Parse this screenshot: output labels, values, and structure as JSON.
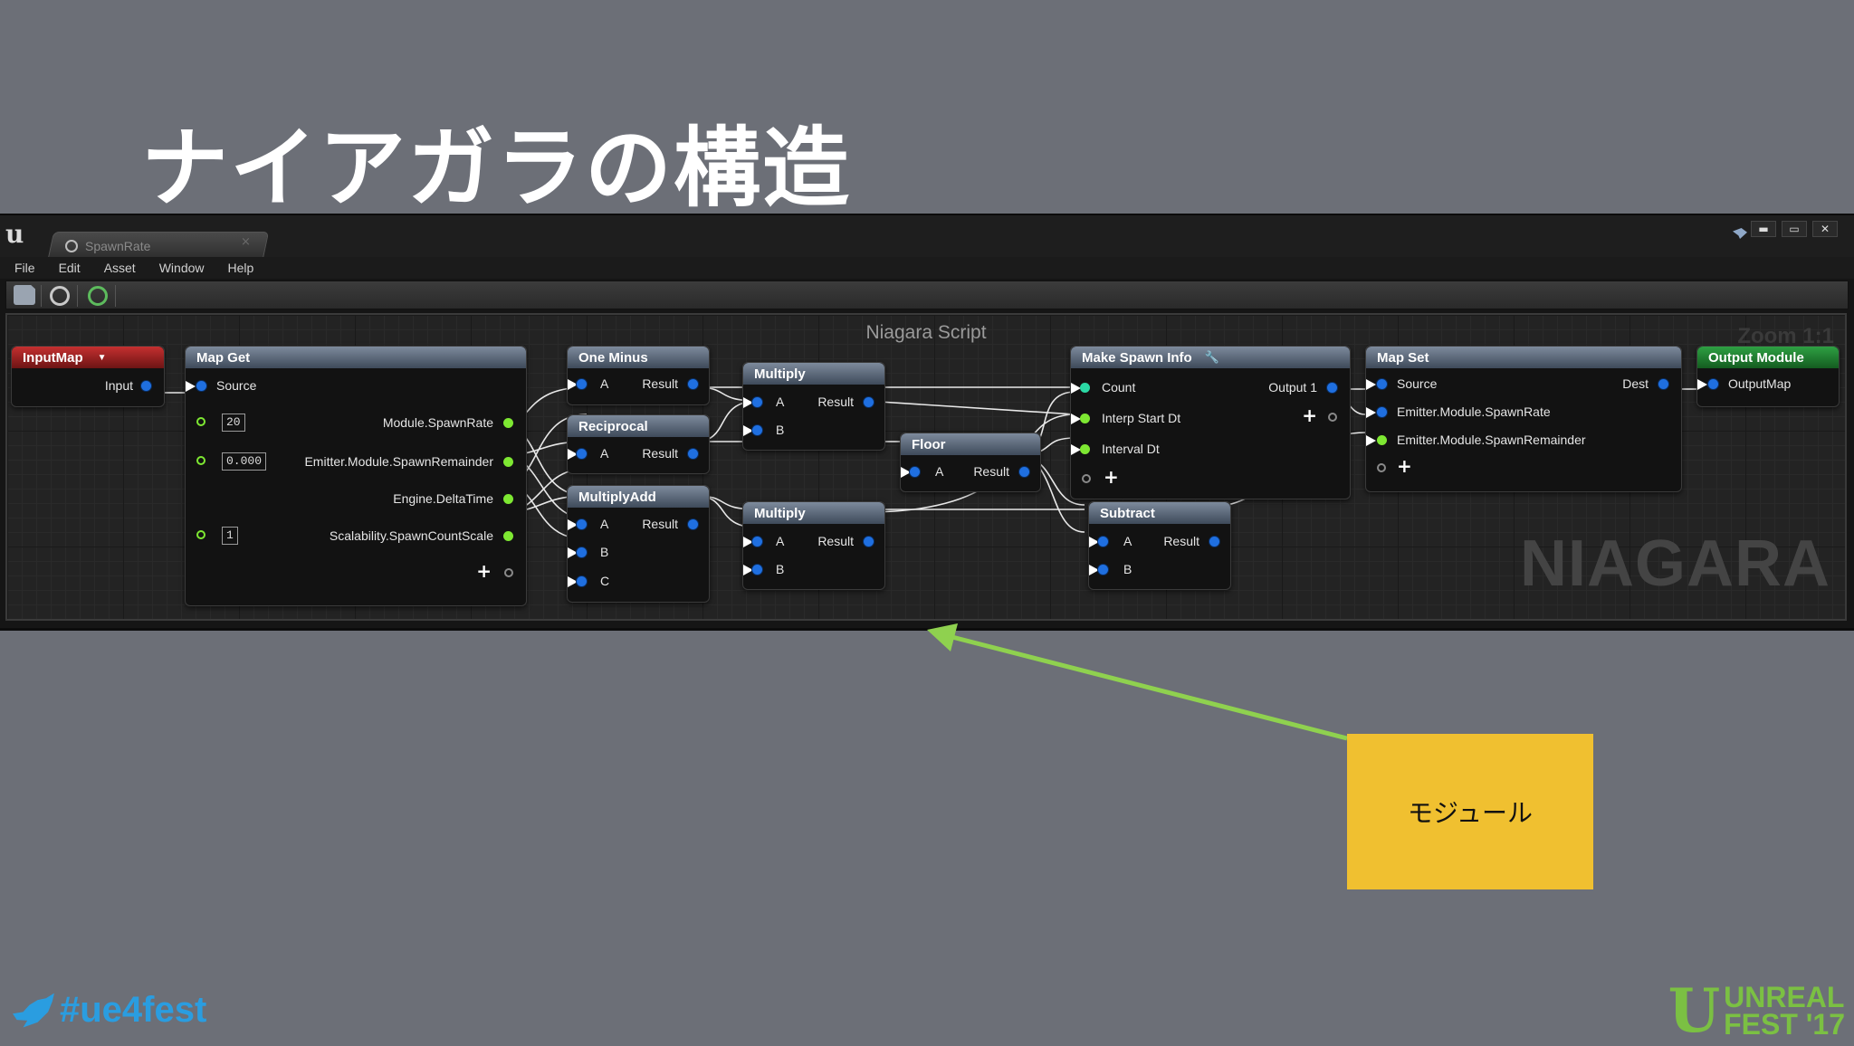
{
  "slide": {
    "title": "ナイアガラの構造"
  },
  "window": {
    "logo": "u",
    "tab_label": "SpawnRate",
    "tab_close": "×",
    "buttons": {
      "minimize": "▬",
      "maximize": "▭",
      "close": "✕"
    }
  },
  "menu": [
    "File",
    "Edit",
    "Asset",
    "Window",
    "Help"
  ],
  "toolbar": [
    "save-icon",
    "browse-icon",
    "compile-icon"
  ],
  "graph": {
    "title": "Niagara Script",
    "zoom": "Zoom 1:1",
    "watermark": "NIAGARA"
  },
  "nodes": {
    "input_map": {
      "title": "InputMap",
      "output": "Input"
    },
    "map_get": {
      "title": "Map Get",
      "input": "Source",
      "rows": [
        {
          "default": "20",
          "label": "Module.SpawnRate"
        },
        {
          "default": "0.000",
          "label": "Emitter.Module.SpawnRemainder"
        },
        {
          "default": "",
          "label": "Engine.DeltaTime"
        },
        {
          "default": "1",
          "label": "Scalability.SpawnCountScale"
        }
      ]
    },
    "one_minus": {
      "title": "One Minus",
      "in_a": "A",
      "out": "Result"
    },
    "reciprocal": {
      "title": "Reciprocal",
      "in_a": "A",
      "out": "Result"
    },
    "multiply_add": {
      "title": "MultiplyAdd",
      "in_a": "A",
      "in_b": "B",
      "in_c": "C",
      "out": "Result"
    },
    "multiply_1": {
      "title": "Multiply",
      "in_a": "A",
      "in_b": "B",
      "out": "Result"
    },
    "multiply_2": {
      "title": "Multiply",
      "in_a": "A",
      "in_b": "B",
      "out": "Result"
    },
    "floor": {
      "title": "Floor",
      "in_a": "A",
      "out": "Result"
    },
    "make_spawn_info": {
      "title": "Make Spawn Info",
      "in_count": "Count",
      "in_interp": "Interp Start Dt",
      "in_interval": "Interval Dt",
      "out": "Output 1"
    },
    "subtract": {
      "title": "Subtract",
      "in_a": "A",
      "in_b": "B",
      "out": "Result"
    },
    "map_set": {
      "title": "Map Set",
      "in_source": "Source",
      "in_rate": "Emitter.Module.SpawnRate",
      "in_remainder": "Emitter.Module.SpawnRemainder",
      "out": "Dest"
    },
    "output_module": {
      "title": "Output Module",
      "input": "OutputMap"
    }
  },
  "callout": {
    "text": "モジュール"
  },
  "footer": {
    "hashtag": "#ue4fest",
    "brand_mark": "U",
    "brand_line1": "UNREAL",
    "brand_line2": "FEST '17"
  },
  "colors": {
    "background": "#6c6f77",
    "callout": "#f0c030",
    "arrow": "#8fd14f",
    "twitter": "#2a9de0",
    "brand": "#7bc043"
  }
}
